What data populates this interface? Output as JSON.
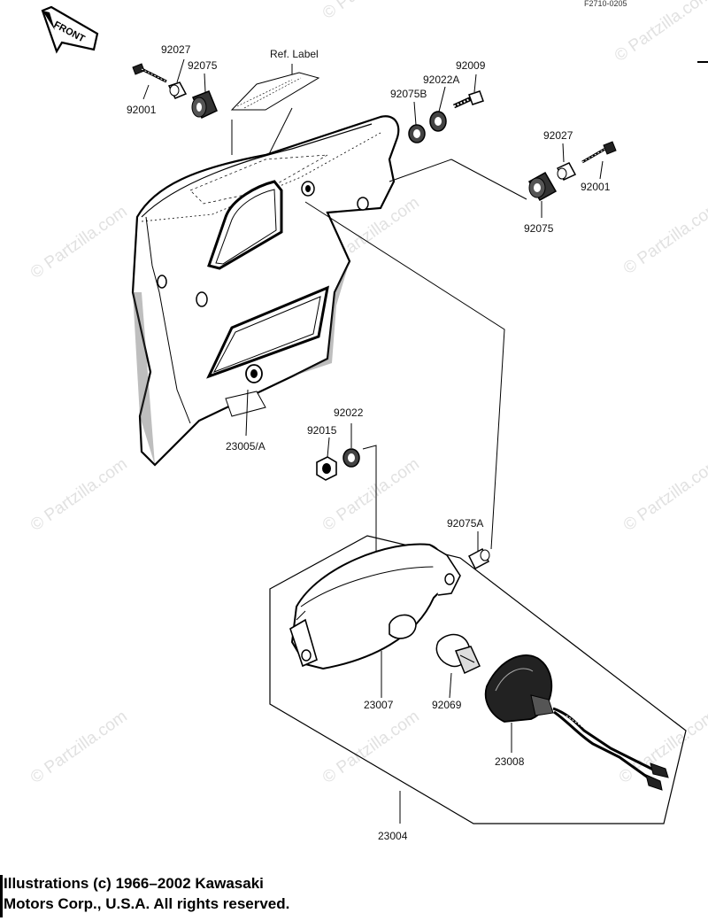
{
  "figure_code": "F2710-0205",
  "front_label": "FRONT",
  "ref_label": "Ref. Label",
  "watermark": "© Partzilla.com",
  "parts": {
    "p92027_top": "92027",
    "p92075_top": "92075",
    "p92001_top": "92001",
    "p92009": "92009",
    "p92022A": "92022A",
    "p92075B": "92075B",
    "p92027_right": "92027",
    "p92001_right": "92001",
    "p92075_right": "92075",
    "p23005A": "23005/A",
    "p92022": "92022",
    "p92015": "92015",
    "p92075A": "92075A",
    "p23007": "23007",
    "p92069": "92069",
    "p23008": "23008",
    "p23004": "23004"
  },
  "copyright": {
    "line1": "Illustrations (c) 1966–2002 Kawasaki",
    "line2": "Motors Corp., U.S.A.  All rights reserved."
  }
}
